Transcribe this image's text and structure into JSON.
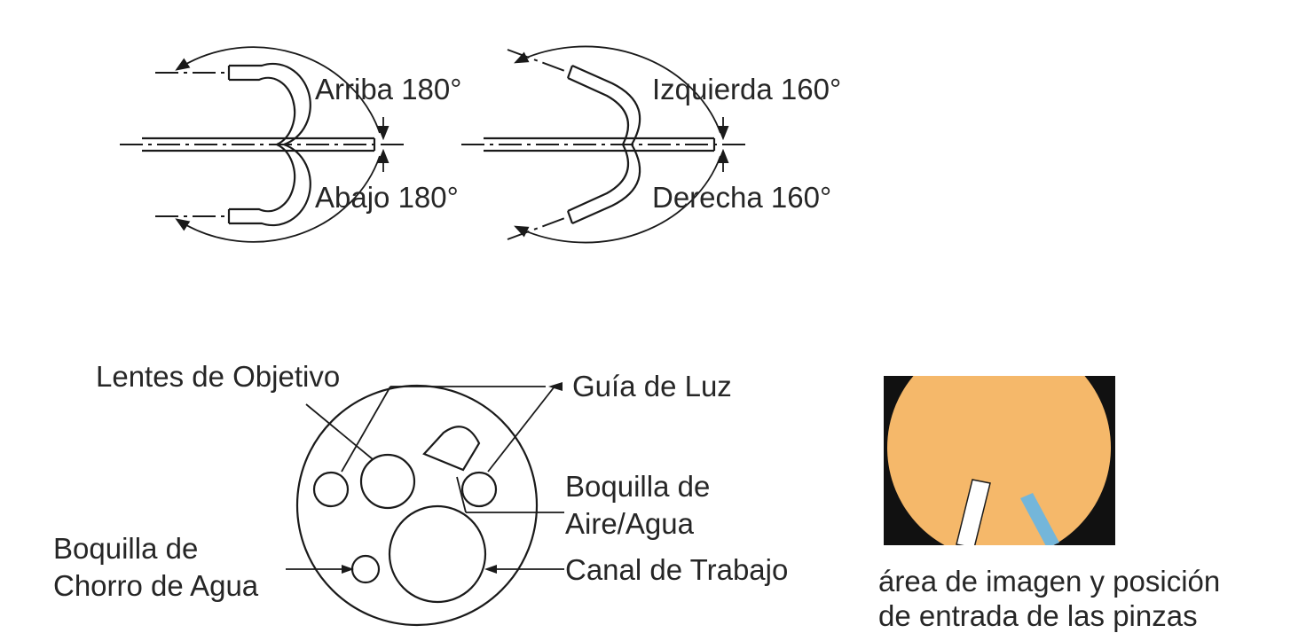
{
  "bending": {
    "up": "Arriba 180°",
    "down": "Abajo 180°",
    "left": "Izquierda 160°",
    "right": "Derecha 160°"
  },
  "tip": {
    "objective_lens": "Lentes de Objetivo",
    "light_guide": "Guía de Luz",
    "air_water_nozzle": [
      "Boquilla de",
      "Aire/Agua"
    ],
    "water_jet_nozzle": [
      "Boquilla de",
      "Chorro de Agua"
    ],
    "working_channel": "Canal de Trabajo"
  },
  "image_area": {
    "caption": [
      "área de imagen y posición",
      "de entrada de las pinzas"
    ],
    "colors": {
      "background": "#111111",
      "field": "#F5B86A",
      "forceps_white": "#FFFFFF",
      "forceps_blue": "#74B6DA"
    }
  }
}
